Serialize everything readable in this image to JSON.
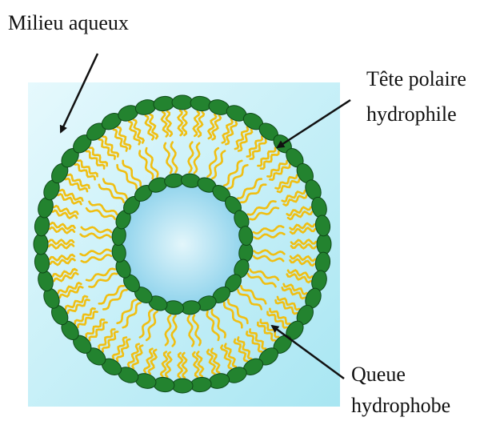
{
  "labels": {
    "aqueous_medium": "Milieu aqueux",
    "polar_head_line1": "Tête polaire",
    "polar_head_line2": "hydrophile",
    "hydrophobic_tail_line1": "Queue",
    "hydrophobic_tail_line2": "hydrophobe"
  },
  "colors": {
    "background_light": "#e6f9fd",
    "background_deep": "#a8e6f2",
    "core_light": "#e3f6fb",
    "core_deep": "#8fd3ec",
    "head_fill": "#23832f",
    "head_stroke": "#0f4a18",
    "tail": "#f0bf12",
    "arrow": "#111111"
  },
  "icons": {
    "polar_head": "green-ellipse-icon",
    "hydrophobic_tail": "yellow-wavy-line-icon",
    "pointer": "arrow-icon"
  }
}
